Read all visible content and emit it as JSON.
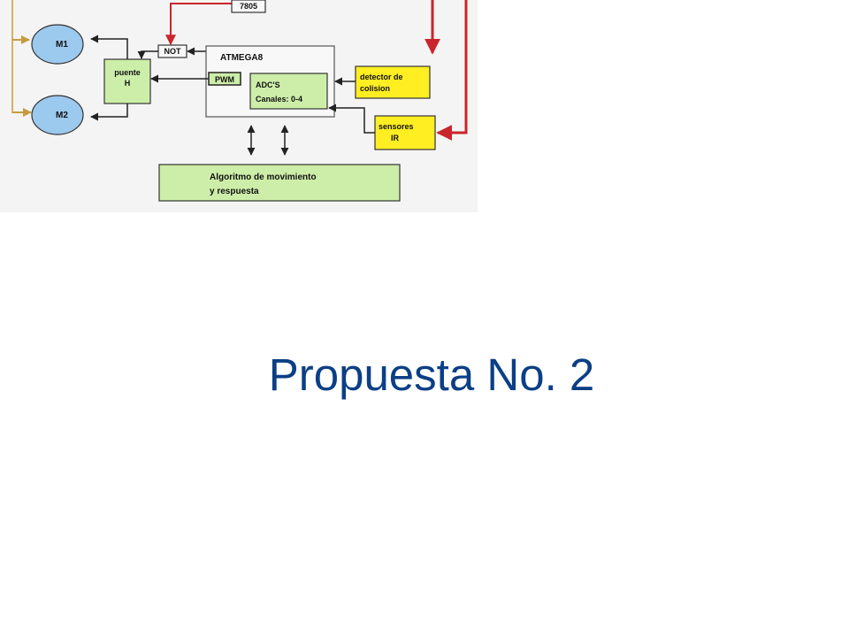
{
  "diagram": {
    "regulator_label": "7805",
    "not_label": "NOT",
    "motor1_label": "M1",
    "motor2_label": "M2",
    "hbridge_line1": "puente",
    "hbridge_line2": "H",
    "mcu_label": "ATMEGA8",
    "pwm_label": "PWM",
    "adc_line1": "ADC'S",
    "adc_line2": "Canales: 0-4",
    "collision_line1": "detector de",
    "collision_line2": "colision",
    "ir_line1": "sensores",
    "ir_line2": "IR",
    "algorithm_line1": "Algoritmo de movimiento",
    "algorithm_line2": "y respuesta"
  },
  "title": "Propuesta No. 2",
  "colors": {
    "title": "#0b3f86",
    "sensor_box": "#ffee22",
    "green_box": "#cdeea9",
    "motor": "#9cc9ee",
    "power_line": "#c8262c",
    "supply_line": "#d8b060"
  }
}
